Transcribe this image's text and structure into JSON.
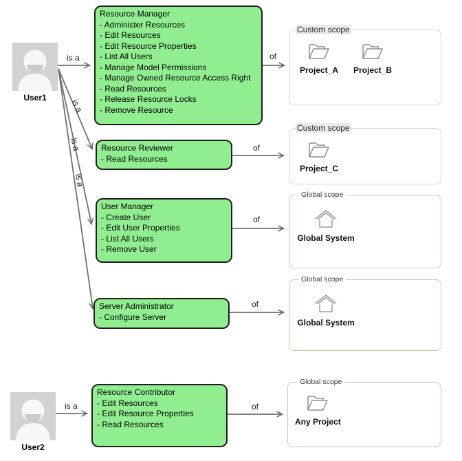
{
  "labels": {
    "is_a": "is a",
    "of": "of"
  },
  "users": [
    {
      "name": "User1"
    },
    {
      "name": "User2"
    }
  ],
  "roles": [
    {
      "title": "Resource Manager",
      "permissions": [
        "- Administer Resources",
        "- Edit Resources",
        "- Edit Resource Properties",
        "- List All Users",
        "- Manage Model Permissions",
        "- Manage Owned Resource Access Right",
        "- Read Resources",
        "- Release Resource Locks",
        "- Remove Resource"
      ]
    },
    {
      "title": "Resource Reviewer",
      "permissions": [
        "- Read Resources"
      ]
    },
    {
      "title": "User Manager",
      "permissions": [
        "- Create User",
        "- Edit User Properties",
        "- List All Users",
        "- Remove User"
      ]
    },
    {
      "title": "Server Administrator",
      "permissions": [
        "- Configure Server"
      ]
    },
    {
      "title": "Resource Contributor",
      "permissions": [
        "- Edit Resources",
        "- Edit Resource Properties",
        "- Read Resources"
      ]
    }
  ],
  "scopes": [
    {
      "legend": "Custom scope",
      "type": "custom",
      "items": [
        {
          "icon": "folder",
          "label": "Project_A"
        },
        {
          "icon": "folder",
          "label": "Project_B"
        }
      ]
    },
    {
      "legend": "Custom scope",
      "type": "custom",
      "items": [
        {
          "icon": "folder",
          "label": "Project_C"
        }
      ]
    },
    {
      "legend": "Global scope",
      "type": "global",
      "items": [
        {
          "icon": "home",
          "label": "Global System"
        }
      ]
    },
    {
      "legend": "Global scope",
      "type": "global",
      "items": [
        {
          "icon": "home",
          "label": "Global System"
        }
      ]
    },
    {
      "legend": "Global scope",
      "type": "global",
      "items": [
        {
          "icon": "folder",
          "label": "Any Project"
        }
      ]
    }
  ],
  "colors": {
    "role_fill": "#90EE90",
    "role_border": "#1F1F1F",
    "custom_scope_border": "#CCD6DE",
    "global_scope_border": "#CFC7A6",
    "arrow": "#6F6F6F",
    "avatar_bg": "#D2D2D2"
  }
}
